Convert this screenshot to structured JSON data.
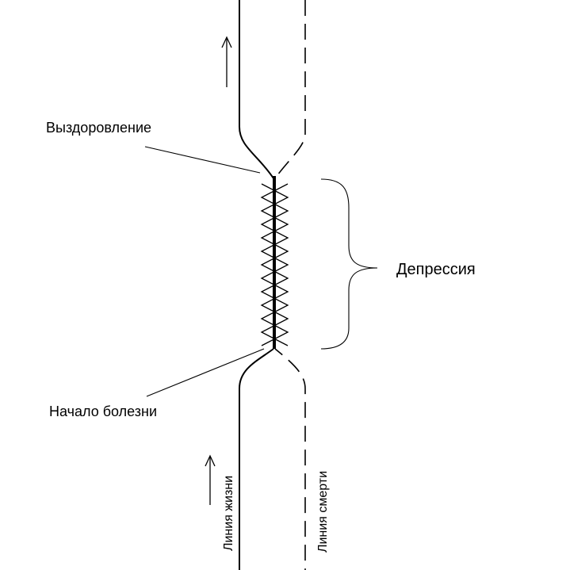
{
  "labels": {
    "recovery": "Выздоровление",
    "depression": "Депрессия",
    "illness_onset": "Начало болезни",
    "life_line": "Линия жизни",
    "death_line": "Линия смерти"
  },
  "colors": {
    "stroke": "#000000",
    "background": "#ffffff"
  }
}
